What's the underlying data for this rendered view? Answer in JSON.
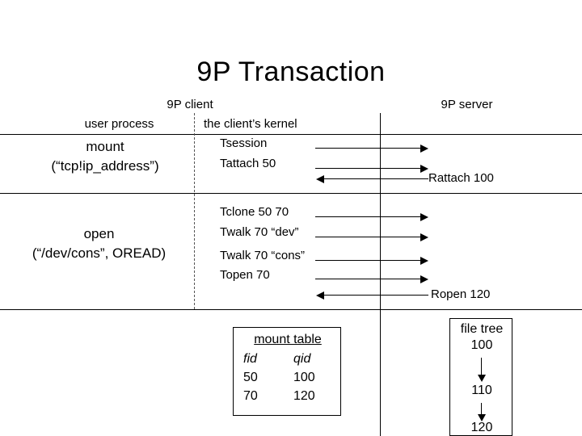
{
  "title": "9P Transaction",
  "columns": {
    "client_header": "9P client",
    "server_header": "9P server",
    "user_process": "user process",
    "kernel": "the client’s kernel"
  },
  "user_actions": [
    {
      "line1": "mount",
      "line2": "(“tcp!ip_address”)"
    },
    {
      "line1": "open",
      "line2": "(“/dev/cons”, OREAD)"
    }
  ],
  "messages": {
    "tsession": "Tsession",
    "tattach": "Tattach 50",
    "rattach": "Rattach 100",
    "tclone": "Tclone 50 70",
    "twalk_dev": "Twalk 70 “dev”",
    "twalk_cons": "Twalk 70 “cons”",
    "topen": "Topen 70",
    "ropen": "Ropen 120"
  },
  "mount_table": {
    "title": "mount table",
    "headers": [
      "fid",
      "qid"
    ],
    "rows": [
      [
        "50",
        "100"
      ],
      [
        "70",
        "120"
      ]
    ]
  },
  "file_tree": {
    "title": "file tree",
    "nodes": [
      "100",
      "110",
      "120"
    ]
  }
}
